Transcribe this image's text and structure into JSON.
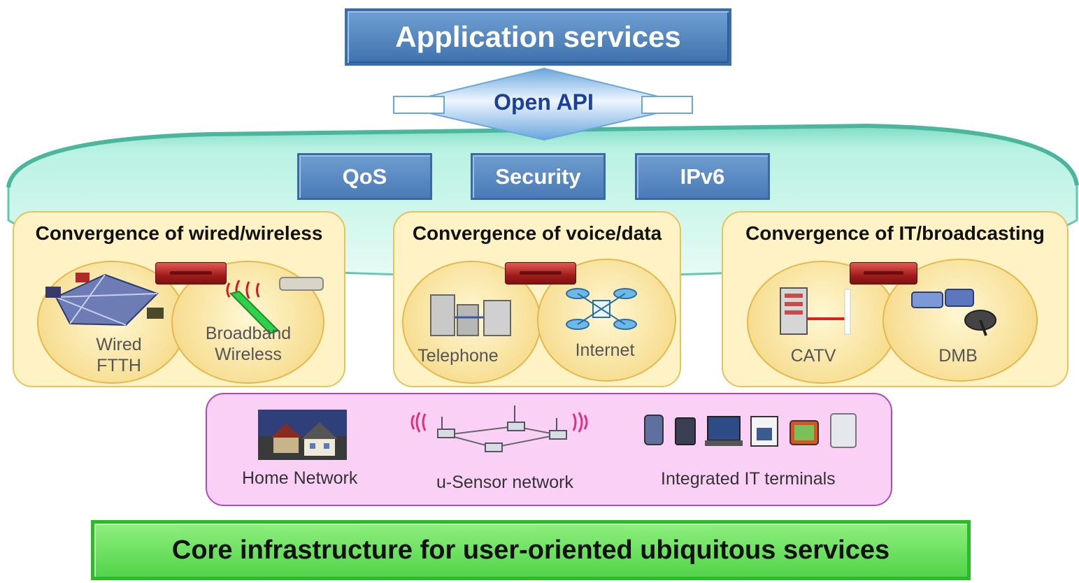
{
  "top": {
    "title": "Application services"
  },
  "api": {
    "label": "Open API"
  },
  "features": [
    "QoS",
    "Security",
    "IPv6"
  ],
  "convergences": [
    {
      "title": "Convergence of wired/wireless",
      "left": [
        "Wired",
        "FTTH"
      ],
      "right": [
        "Broadband",
        "Wireless"
      ]
    },
    {
      "title": "Convergence of voice/data",
      "left": [
        "Telephone"
      ],
      "right": [
        "Internet"
      ]
    },
    {
      "title": "Convergence of IT/broadcasting",
      "left": [
        "CATV"
      ],
      "right": [
        "DMB"
      ]
    }
  ],
  "access": {
    "home": "Home Network",
    "sensor": "u-Sensor network",
    "terminals": "Integrated IT terminals"
  },
  "core": {
    "title": "Core infrastructure for user-oriented ubiquitous services"
  },
  "colors": {
    "blue": "#4a7bb6",
    "yellow": "#fff3c6",
    "pink": "#fbd0f7",
    "green": "#53d34a",
    "platform": "#a6ecd9",
    "device_red": "#a11c1c"
  }
}
